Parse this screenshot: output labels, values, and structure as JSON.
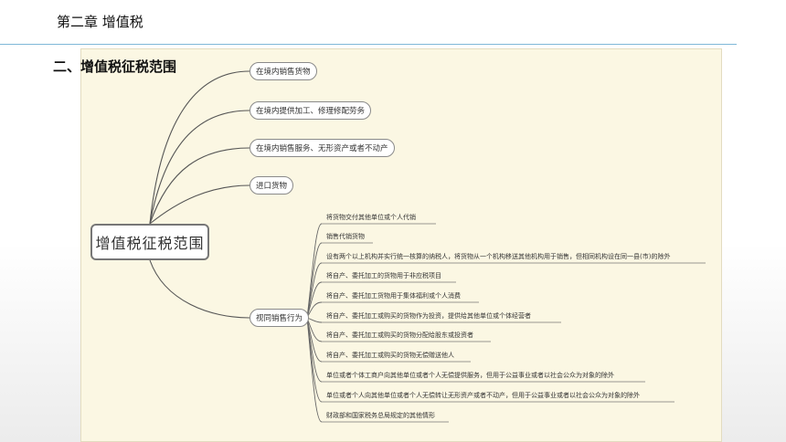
{
  "chapter_title": "第二章 增值税",
  "section_title": "二、增值税征税范围",
  "mindmap": {
    "root": "增值税征税范围",
    "branches": [
      "在境内销售货物",
      "在境内提供加工、修理修配劳务",
      "在境内销售服务、无形资产或者不动产",
      "进口货物",
      "视同销售行为"
    ],
    "deemed_sales_items": [
      "将货物交付其他单位或个人代销",
      "销售代销货物",
      "设有两个以上机构并实行统一核算的纳税人，将货物从一个机构移送其他机构用于销售，但相同机构设在同一县(市)的除外",
      "将自产、委托加工的货物用于非应税项目",
      "将自产、委托加工货物用于集体福利或个人消费",
      "将自产、委托加工或购买的货物作为投资，提供给其他单位或个体经营者",
      "将自产、委托加工或购买的货物分配给股东或投资者",
      "将自产、委托加工或购买的货物无偿赠送他人",
      "单位或者个体工商户向其他单位或者个人无偿提供服务，但用于公益事业或者以社会公众为对象的除外",
      "单位或者个人向其他单位或者个人无偿转让无形资产或者不动产，但用于公益事业或者以社会公众为对象的除外",
      "财政部和国家税务总局规定的其他情形"
    ]
  }
}
